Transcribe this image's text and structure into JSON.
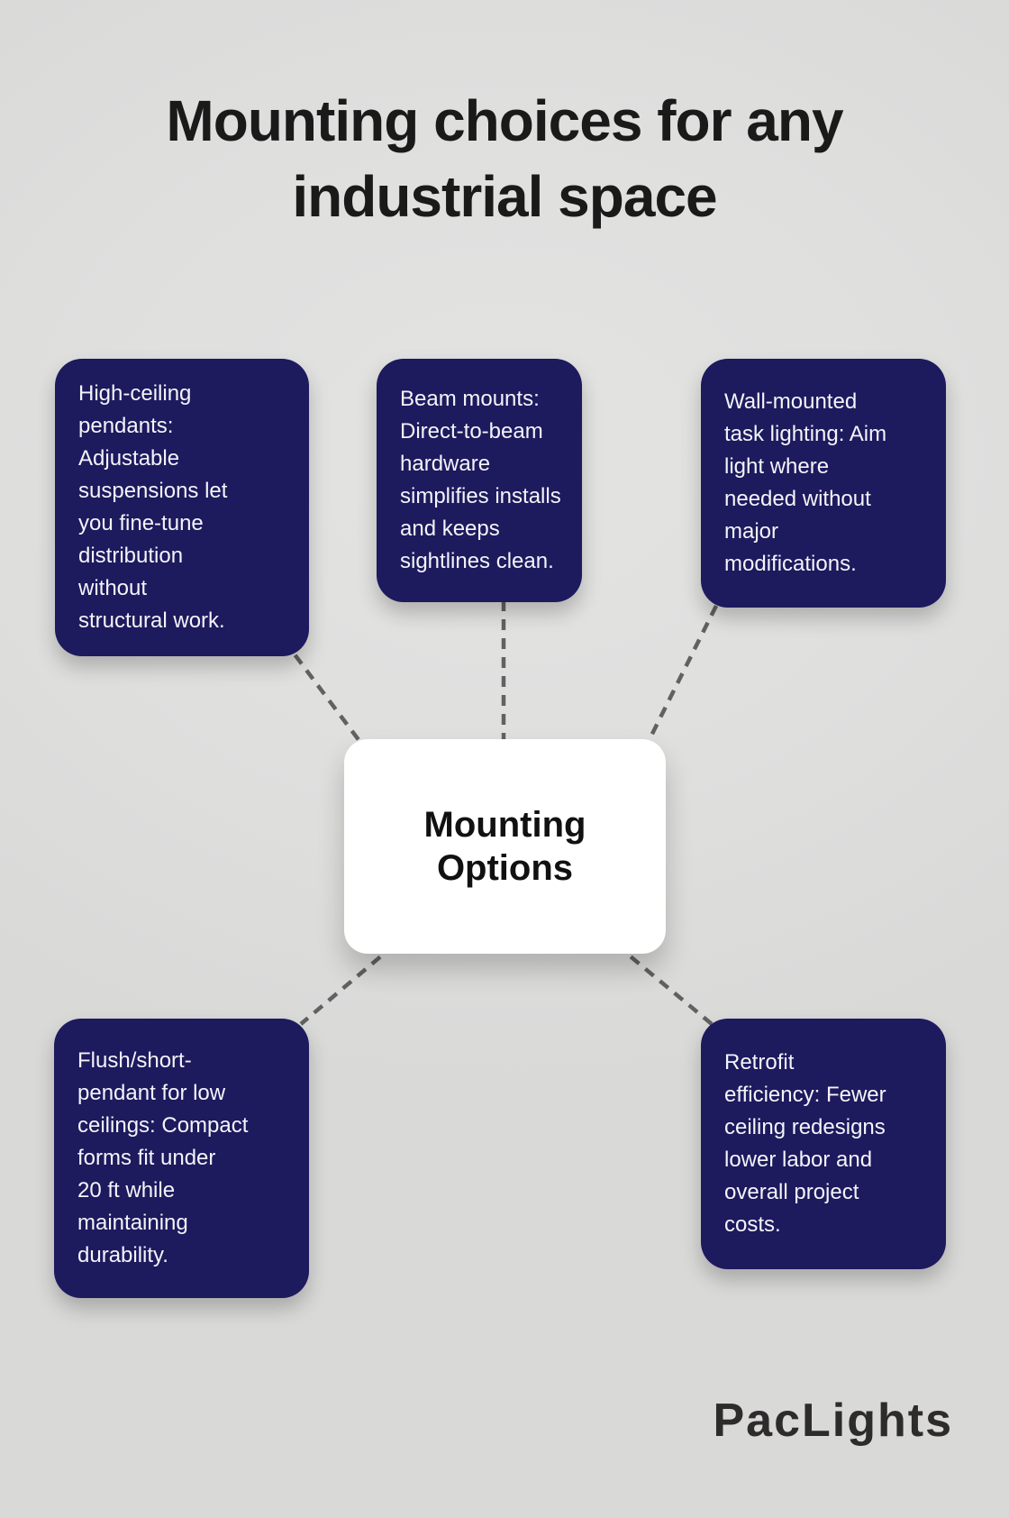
{
  "title": {
    "lines": [
      "Mounting choices for any",
      "industrial space"
    ],
    "text": "Mounting choices for any industrial space"
  },
  "center_node": {
    "label_lines": [
      "Mounting",
      "Options"
    ],
    "label": "Mounting Options"
  },
  "nodes": [
    {
      "id": "high-ceiling-pendants",
      "position": "top-left",
      "lines": [
        "High-ceiling",
        "pendants:",
        "Adjustable",
        "suspensions let",
        "you fine-tune",
        "distribution",
        "without",
        "structural work."
      ],
      "text": "High-ceiling pendants: Adjustable suspensions let you fine-tune distribution without structural work."
    },
    {
      "id": "beam-mounts",
      "position": "top-center",
      "lines": [
        "Beam mounts:",
        "Direct-to-beam",
        "hardware",
        "simplifies installs",
        "and keeps",
        "sightlines clean."
      ],
      "text": "Beam mounts: Direct-to-beam hardware simplifies installs and keeps sightlines clean."
    },
    {
      "id": "wall-mounted-task-lighting",
      "position": "top-right",
      "lines": [
        "Wall-mounted",
        "task lighting: Aim",
        "light where",
        "needed without",
        "major",
        "modifications."
      ],
      "text": "Wall-mounted task lighting: Aim light where needed without major modifications."
    },
    {
      "id": "flush-short-pendant",
      "position": "bottom-left",
      "lines": [
        "Flush/short-",
        "pendant for low",
        "ceilings: Compact",
        "forms fit under",
        "20 ft while",
        "maintaining",
        "durability."
      ],
      "text": "Flush/short-pendant for low ceilings: Compact forms fit under 20 ft while maintaining durability."
    },
    {
      "id": "retrofit-efficiency",
      "position": "bottom-right",
      "lines": [
        "Retrofit",
        "efficiency: Fewer",
        "ceiling redesigns",
        "lower labor and",
        "overall project",
        "costs."
      ],
      "text": "Retrofit efficiency: Fewer ceiling redesigns lower labor and overall project costs."
    }
  ],
  "footer": {
    "brand": "PacLights"
  },
  "colors": {
    "background": "#dfdfde",
    "node_fill": "#1d1a5e",
    "node_text": "#f4f4f8",
    "center_fill": "#ffffff",
    "center_text": "#111111",
    "title_text": "#1a1a1a",
    "connector": "#616161",
    "brand_text": "#2d2b2c"
  }
}
